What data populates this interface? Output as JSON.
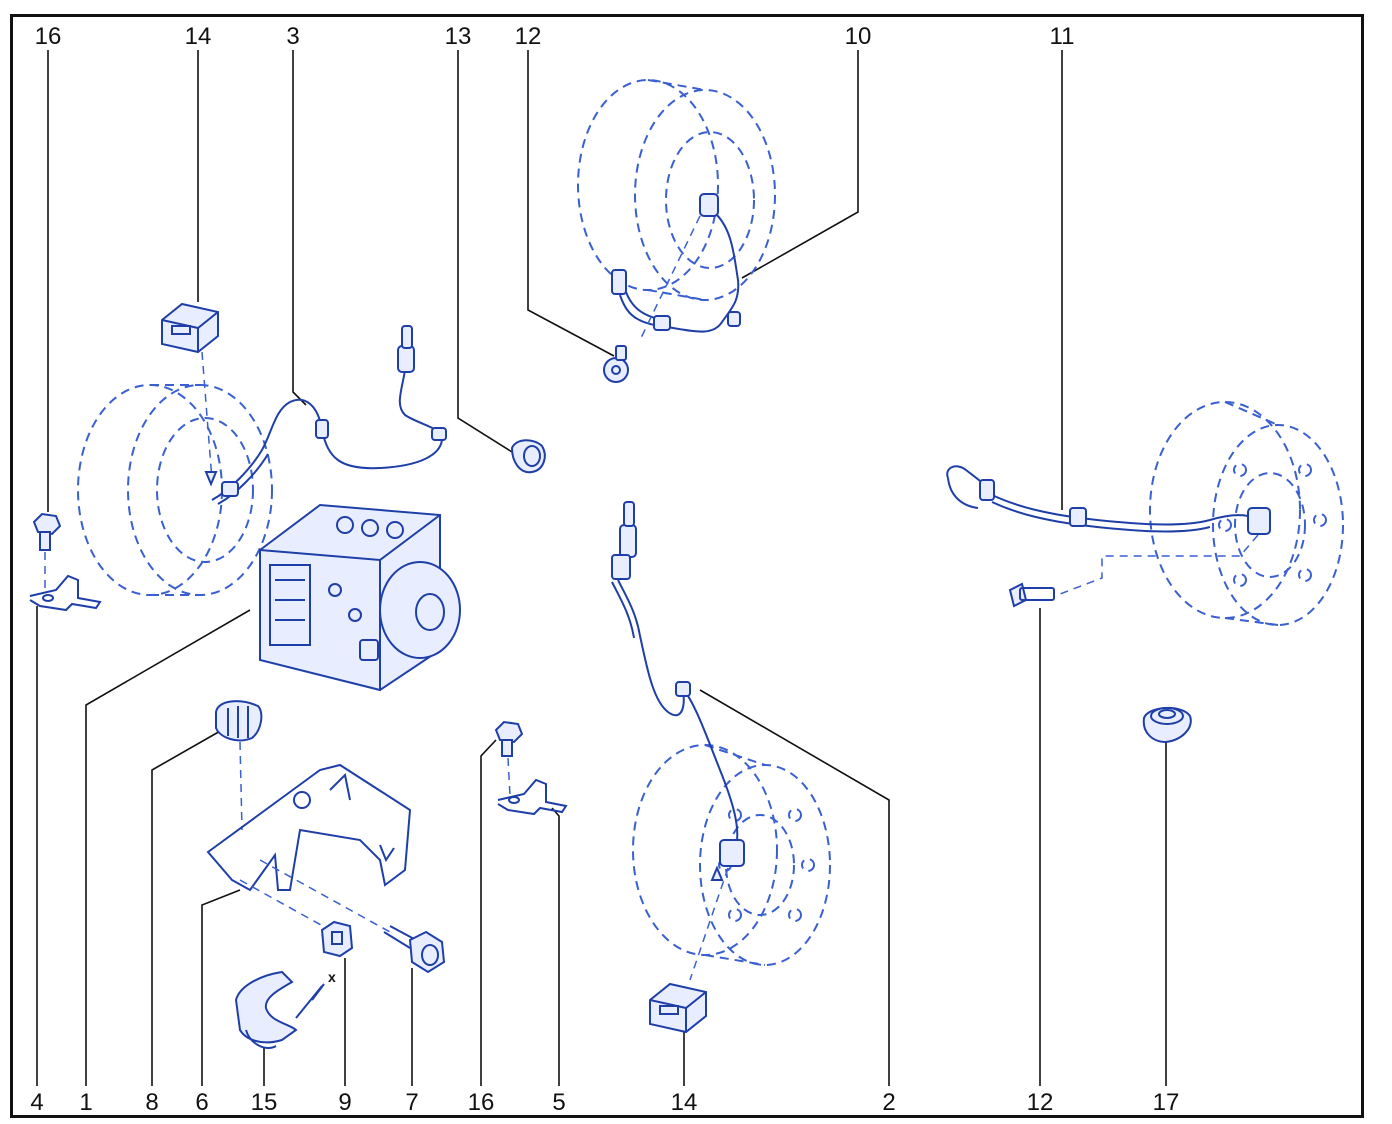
{
  "callouts": {
    "top": [
      "16",
      "14",
      "3",
      "13",
      "12",
      "10",
      "11"
    ],
    "bottom": [
      "4",
      "1",
      "8",
      "6",
      "15",
      "9",
      "7",
      "16",
      "5",
      "14",
      "2",
      "12",
      "17"
    ]
  },
  "dimension_label": "x",
  "colors": {
    "line_art": "#1f3fa8",
    "callouts": "#111111",
    "frame": "#111111"
  }
}
